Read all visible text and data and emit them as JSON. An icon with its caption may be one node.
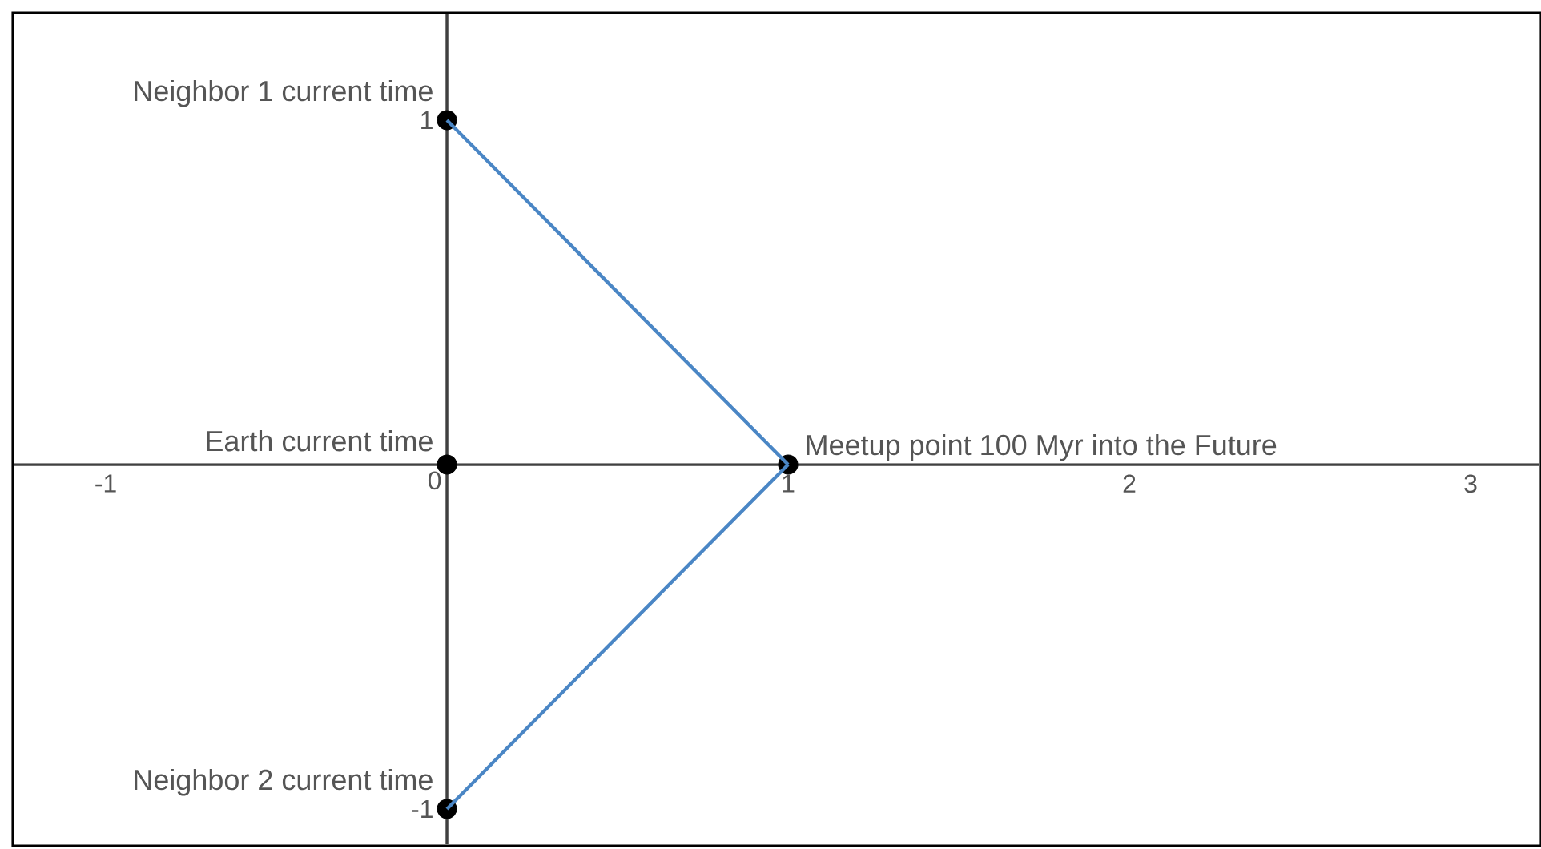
{
  "diagram": {
    "nodes": [
      {
        "text": [],
        "shape": "circle",
        "beside": [
          "Neighbor 1 current time"
        ]
      },
      {
        "text": [],
        "shape": "circle",
        "beside": [
          "Earth current time"
        ]
      },
      {
        "text": [],
        "shape": "circle",
        "beside": [
          "Meetup point 100 Myr into the Future"
        ]
      },
      {
        "text": [],
        "shape": "circle",
        "beside": [
          "Neighbor 2 current time"
        ]
      }
    ],
    "edges": [
      {
        "from": 0,
        "to": 2,
        "arrow": "none"
      },
      {
        "from": 2,
        "to": 3,
        "arrow": "none"
      }
    ],
    "labels": [
      "1",
      "-1",
      "0",
      "1",
      "2",
      "3",
      "-1"
    ]
  }
}
